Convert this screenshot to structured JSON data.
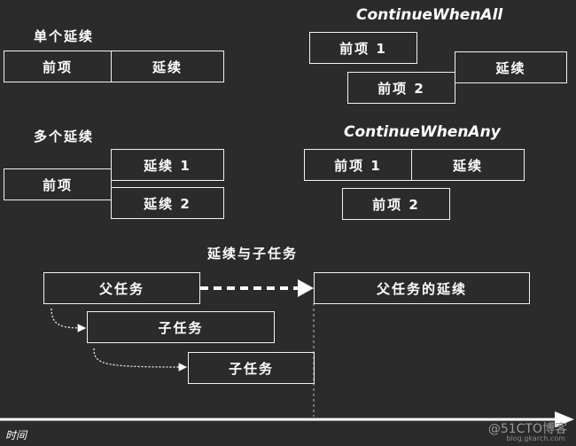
{
  "headings": {
    "single": "单个延续",
    "multiple": "多个延续",
    "when_all": "ContinueWhenAll",
    "when_any": "ContinueWhenAny",
    "child": "延续与子任务"
  },
  "boxes": {
    "single_antecedent": "前项",
    "single_continuation": "延续",
    "multi_antecedent": "前项",
    "multi_continuation_1": "延续 1",
    "multi_continuation_2": "延续 2",
    "all_antecedent_1": "前项 1",
    "all_antecedent_2": "前项 2",
    "all_continuation": "延续",
    "any_antecedent_1": "前项 1",
    "any_continuation": "延续",
    "any_antecedent_2": "前项 2",
    "parent_task": "父任务",
    "parent_continuation": "父任务的延续",
    "child_task_1": "子任务",
    "child_task_2": "子任务"
  },
  "axis": {
    "label": "时间"
  },
  "watermark": {
    "text": "@51CTO博客",
    "sub": "blog.gkarch.com"
  },
  "colors": {
    "background": "#2b2b2b",
    "stroke": "#f2f2f2"
  }
}
